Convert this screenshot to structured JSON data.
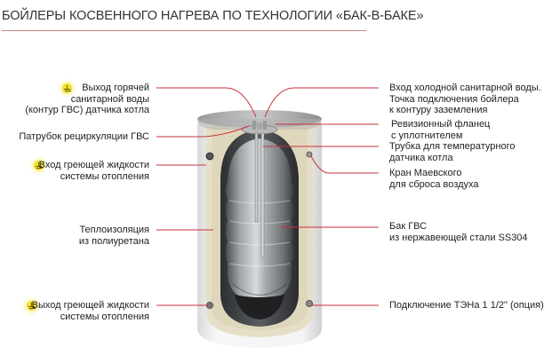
{
  "header": {
    "title": "БОЙЛЕРЫ КОСВЕННОГО НАГРЕВА ПО ТЕХНОЛОГИИ «БАК-В-БАКЕ»"
  },
  "colors": {
    "leader_line": "#c8323c",
    "title_rule": "#c98a8a",
    "ground_icon": "#f2e22a",
    "insulation": "#e6dfc8",
    "outer_shell": "#f2f2f2",
    "steel_tank": "#8a8d90"
  },
  "labels_left": [
    {
      "id": "hot-water-outlet",
      "icon": "ground-icon",
      "lines": [
        "Выход горячей",
        "санитарной воды",
        "(контур ГВС) датчика котла"
      ]
    },
    {
      "id": "recirculation-pipe",
      "icon": null,
      "lines": [
        "Патрубок рециркуляции ГВС"
      ]
    },
    {
      "id": "heating-fluid-inlet",
      "icon": "ground-icon",
      "lines": [
        "Вход греющей жидкости",
        "системы отопления"
      ]
    },
    {
      "id": "insulation",
      "icon": null,
      "lines": [
        "Теплоизоляция",
        "из полиуретана"
      ]
    },
    {
      "id": "heating-fluid-outlet",
      "icon": "ground-icon",
      "lines": [
        "Выход греющей жидкости",
        "системы отопления"
      ]
    }
  ],
  "labels_right": [
    {
      "id": "cold-water-inlet",
      "lines": [
        "Вход холодной санитарной воды.",
        "Точка подключения бойлера",
        "к контуру заземления"
      ]
    },
    {
      "id": "inspection-flange",
      "lines": [
        "Ревизионный фланец",
        "с уплотнителем"
      ]
    },
    {
      "id": "sensor-tube",
      "lines": [
        "Трубка для температурного",
        "датчика котла"
      ]
    },
    {
      "id": "air-vent",
      "lines": [
        "Кран Маевского",
        "для сброса воздуха"
      ]
    },
    {
      "id": "dhw-tank",
      "lines": [
        "Бак ГВС",
        "из нержавеющей стали SS304"
      ]
    },
    {
      "id": "heater-connection",
      "lines": [
        "Подключение ТЭНа 1 1/2\" (опция)"
      ]
    }
  ]
}
